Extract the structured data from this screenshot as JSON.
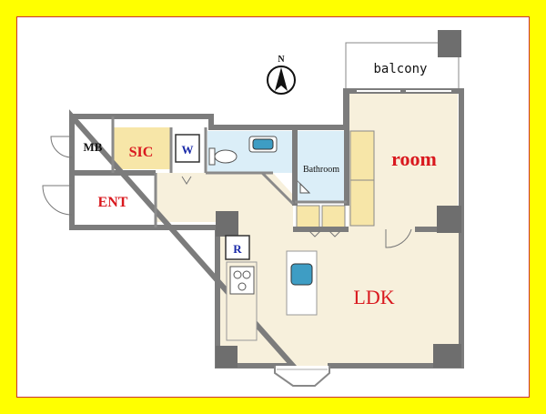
{
  "colors": {
    "frame": "#ffff00",
    "red_label": "#d9181e",
    "blue_label": "#1a2aa8",
    "storage_fill": "#f7e6a8",
    "floor_fill": "#f7f0dc",
    "bath_fill": "#dbeef8",
    "wall": "#7c7c7c",
    "column": "#6e6e6e"
  },
  "rooms": {
    "balcony": "balcony",
    "room": "room",
    "ldk": "LDK",
    "bathroom": "Bathroom",
    "sic": "SIC",
    "mb": "MB",
    "ent": "ENT",
    "washer": "W",
    "fridge": "R"
  },
  "compass": {
    "label": "N"
  }
}
